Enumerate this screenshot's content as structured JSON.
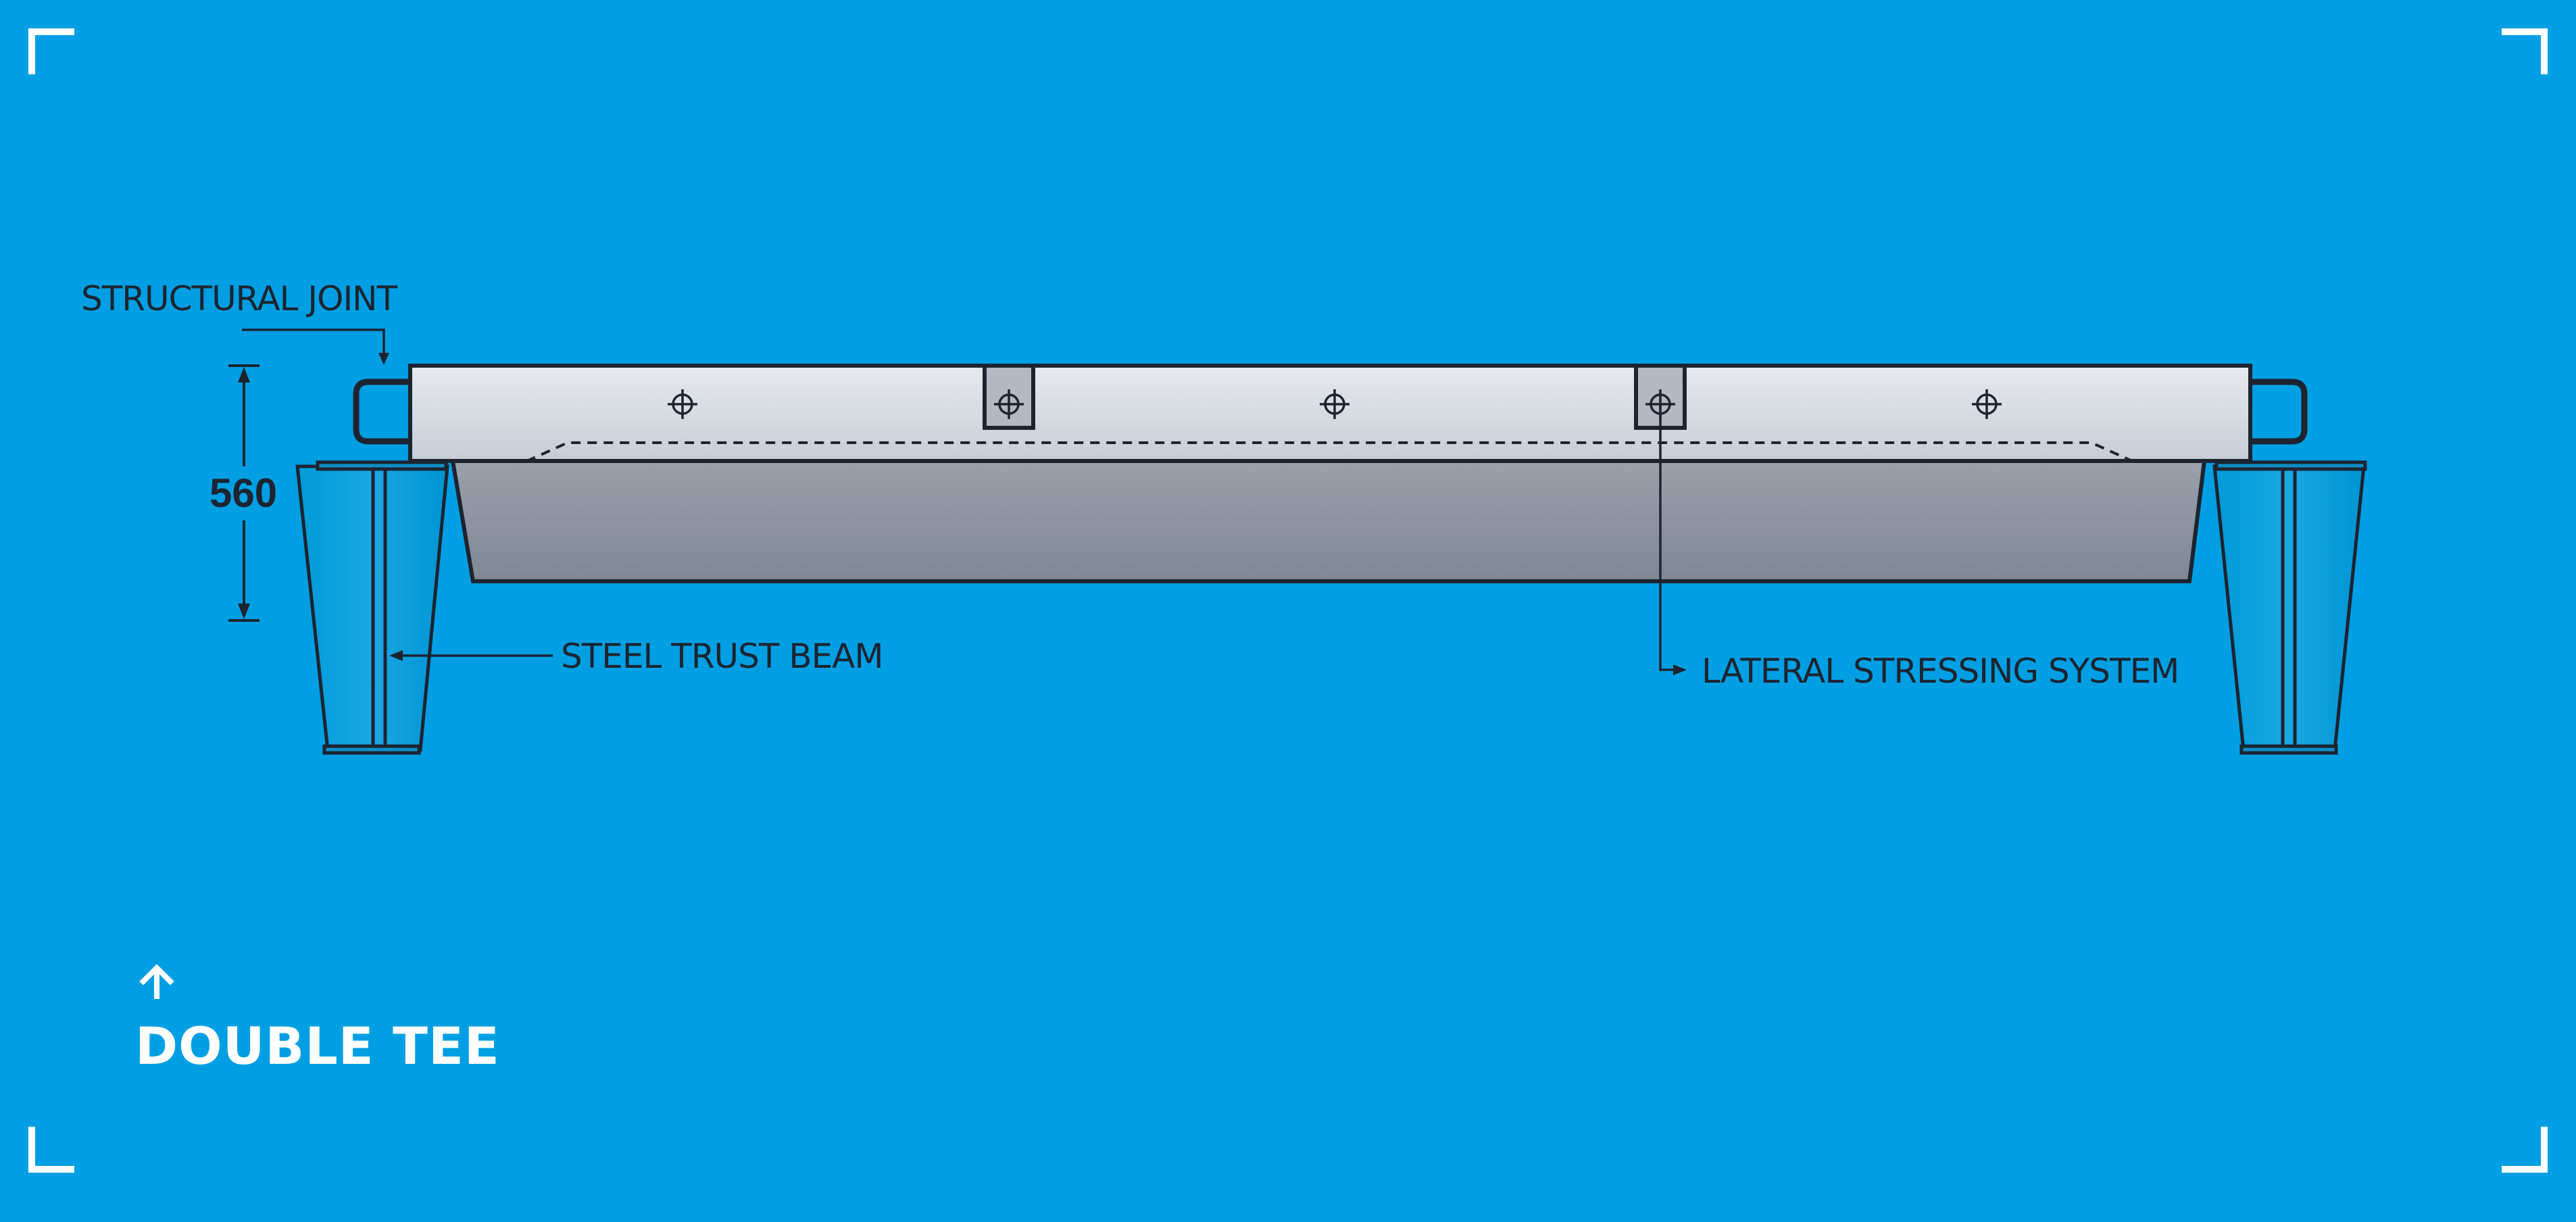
{
  "colors": {
    "background": "#009fe3",
    "ink": "#1d2430",
    "slab_top": "#d9dee5",
    "slab_body": "#8f97a3",
    "title": "#ffffff"
  },
  "labels": {
    "structural_joint": "STRUCTURAL JOINT",
    "steel_trust_beam": "STEEL TRUST BEAM",
    "lateral_stressing_system": "LATERAL STRESSING SYSTEM",
    "dimension": "560"
  },
  "title": "DOUBLE TEE",
  "icons": {
    "corner": "corner-bracket-icon",
    "title_arrow": "arrow-up-icon",
    "marker": "crosshair-icon"
  }
}
